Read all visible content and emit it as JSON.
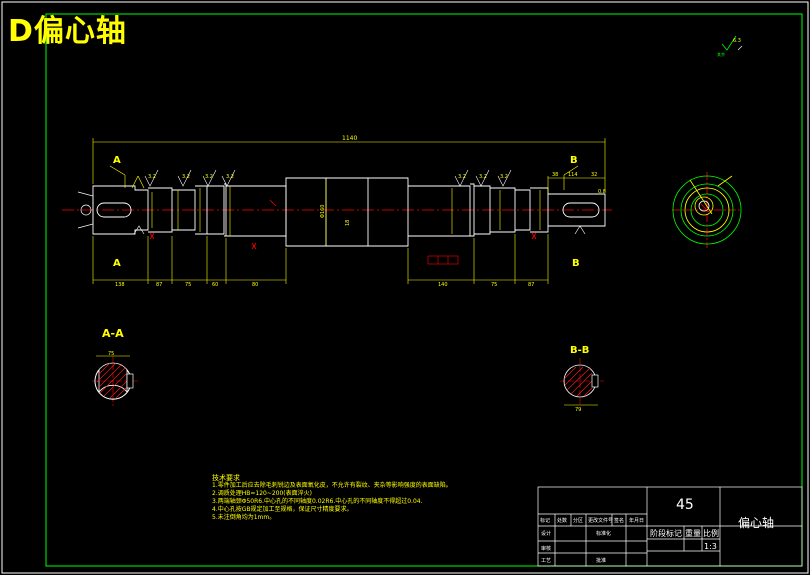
{
  "title": "D偏心轴",
  "dimensions": {
    "overall_length": "1140",
    "bottom_left": [
      "138",
      "87",
      "75",
      "60",
      "80"
    ],
    "bottom_right": [
      "140",
      "75",
      "87"
    ],
    "right_end": [
      "38",
      "114",
      "32"
    ],
    "center_dia": "Φ160",
    "center_mark": "18"
  },
  "surface_finish": [
    "3.2",
    "3.2",
    "3.2",
    "3.2",
    "3.2",
    "3.2",
    "3.2",
    "0.8"
  ],
  "datum_labels": [
    "A",
    "A",
    "B",
    "B"
  ],
  "sections": {
    "aa": {
      "label": "A-A",
      "dim": "75"
    },
    "bb": {
      "label": "B-B",
      "dim": "79"
    }
  },
  "tech_notes": {
    "title": "技术要求",
    "lines": [
      "1.零件加工后应去除毛刺锐边及表面氧化皮，不允许有裂纹、夹杂等影响强度的表面缺陷。",
      "2.调质处理HB=120~200(表面淬火)",
      "3.两端轴颈Φ50R6.中心孔的不同轴度0.02R6.中心孔的不同轴度不得超过0.04.",
      "4.中心孔按GB规定加工至规格，保证尺寸精度要求。",
      "5.未注倒角均为1mm。"
    ]
  },
  "title_block": {
    "material": "45",
    "part_name": "偏心轴",
    "scale": "1:3",
    "hdr_marks": "阶段标记",
    "hdr_weight": "重量",
    "hdr_scale": "比例",
    "row_labels": [
      "标记",
      "处数",
      "分区",
      "更改文件号",
      "签名",
      "年月日"
    ],
    "left_labels": [
      "设计",
      "审核",
      "工艺"
    ],
    "std_label": "标准化",
    "approve_label": "批准"
  },
  "colors": {
    "border": "#00ff00",
    "frame": "#ffffff",
    "dimension": "#ffff00",
    "centerline": "#ff0000",
    "section_fill": "#ff2020",
    "text": "#ffff00"
  }
}
